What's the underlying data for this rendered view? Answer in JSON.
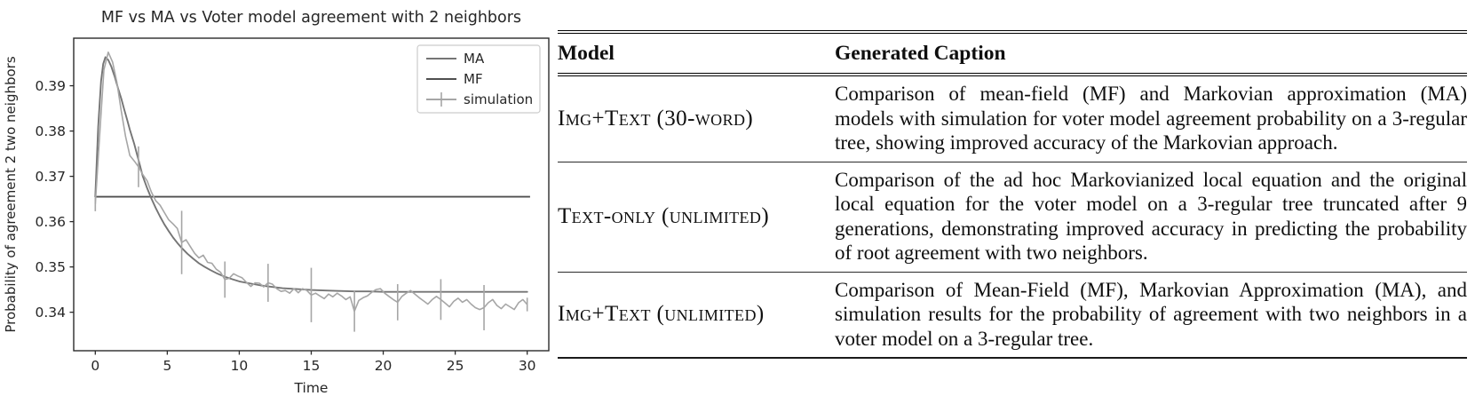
{
  "chart_data": {
    "type": "line",
    "title": "MF vs MA vs Voter model agreement with 2 neighbors",
    "xlabel": "Time",
    "ylabel": "Probability of agreement 2 two neighbors",
    "xlim": [
      -1.5,
      31.5
    ],
    "ylim": [
      0.3315,
      0.4005
    ],
    "xticks": [
      0,
      5,
      10,
      15,
      20,
      25,
      30
    ],
    "yticks": [
      0.34,
      0.35,
      0.36,
      0.37,
      0.38,
      0.39
    ],
    "grid": false,
    "legend": {
      "position": "upper right",
      "entries": [
        "MA",
        "MF",
        "simulation"
      ]
    },
    "series": [
      {
        "name": "MA",
        "color": "#757575",
        "style": "solid",
        "points": [
          [
            0,
            0.3655
          ],
          [
            0.2,
            0.381
          ],
          [
            0.4,
            0.391
          ],
          [
            0.55,
            0.3948
          ],
          [
            0.7,
            0.3963
          ],
          [
            0.9,
            0.3957
          ],
          [
            1.1,
            0.3943
          ],
          [
            1.35,
            0.392
          ],
          [
            1.6,
            0.3892
          ],
          [
            1.8,
            0.3872
          ],
          [
            2.0,
            0.3849
          ],
          [
            2.2,
            0.3826
          ],
          [
            2.4,
            0.3803
          ],
          [
            2.7,
            0.3772
          ],
          [
            3.0,
            0.3736
          ],
          [
            3.3,
            0.37
          ],
          [
            3.6,
            0.3674
          ],
          [
            3.9,
            0.3651
          ],
          [
            4.2,
            0.363
          ],
          [
            4.5,
            0.3611
          ],
          [
            4.8,
            0.3594
          ],
          [
            5.1,
            0.3579
          ],
          [
            5.4,
            0.3565
          ],
          [
            5.7,
            0.3553
          ],
          [
            6.0,
            0.3542
          ],
          [
            6.4,
            0.3529
          ],
          [
            6.8,
            0.3518
          ],
          [
            7.2,
            0.3508
          ],
          [
            7.6,
            0.35
          ],
          [
            8.0,
            0.3493
          ],
          [
            8.5,
            0.3485
          ],
          [
            9.0,
            0.3478
          ],
          [
            9.5,
            0.3473
          ],
          [
            10,
            0.3468
          ],
          [
            10.5,
            0.3465
          ],
          [
            11,
            0.3462
          ],
          [
            11.5,
            0.3459
          ],
          [
            12,
            0.3457
          ],
          [
            12.5,
            0.3455
          ],
          [
            13,
            0.3453
          ],
          [
            13.5,
            0.3452
          ],
          [
            14,
            0.3451
          ],
          [
            15,
            0.3449
          ],
          [
            16,
            0.3448
          ],
          [
            17,
            0.3447
          ],
          [
            18,
            0.3446
          ],
          [
            19,
            0.3446
          ],
          [
            20,
            0.3445
          ],
          [
            22,
            0.3445
          ],
          [
            24,
            0.3445
          ],
          [
            26,
            0.3445
          ],
          [
            28,
            0.3445
          ],
          [
            30,
            0.3445
          ]
        ]
      },
      {
        "name": "MF",
        "color": "#4f4f4f",
        "style": "solid",
        "points": [
          [
            0,
            0.3655
          ],
          [
            30.2,
            0.3655
          ]
        ]
      },
      {
        "name": "simulation",
        "color": "#a6a6a6",
        "style": "solid",
        "t0": 0,
        "dt": 0.3,
        "values": [
          0.3638,
          0.379,
          0.3935,
          0.3974,
          0.3952,
          0.3908,
          0.3845,
          0.3788,
          0.3746,
          0.3734,
          0.3721,
          0.3704,
          0.369,
          0.3665,
          0.3646,
          0.3636,
          0.362,
          0.3604,
          0.3595,
          0.3585,
          0.3554,
          0.356,
          0.3545,
          0.353,
          0.352,
          0.3526,
          0.351,
          0.3508,
          0.3495,
          0.3488,
          0.3472,
          0.3475,
          0.3485,
          0.348,
          0.3476,
          0.3466,
          0.3457,
          0.3465,
          0.3464,
          0.3456,
          0.3465,
          0.3462,
          0.3452,
          0.3446,
          0.3448,
          0.3442,
          0.3452,
          0.3443,
          0.3452,
          0.3448,
          0.3438,
          0.3442,
          0.3436,
          0.343,
          0.344,
          0.3434,
          0.3442,
          0.3436,
          0.3428,
          0.3434,
          0.3402,
          0.3426,
          0.3432,
          0.3436,
          0.3444,
          0.345,
          0.3452,
          0.3442,
          0.3435,
          0.3428,
          0.3422,
          0.3435,
          0.3442,
          0.3448,
          0.344,
          0.3432,
          0.3425,
          0.3418,
          0.3428,
          0.3435,
          0.3428,
          0.342,
          0.3412,
          0.3424,
          0.3431,
          0.3422,
          0.3428,
          0.3418,
          0.341,
          0.3406,
          0.341,
          0.3421,
          0.3428,
          0.3415,
          0.3408,
          0.3418,
          0.3412,
          0.3406,
          0.3421,
          0.3428,
          0.3417
        ],
        "errorbars": {
          "t": [
            0,
            3,
            6,
            9,
            12,
            15,
            18,
            21,
            24,
            27,
            30
          ],
          "err": [
            0.0015,
            0.0045,
            0.007,
            0.004,
            0.0042,
            0.006,
            0.0045,
            0.004,
            0.0045,
            0.005,
            0.0015
          ]
        }
      }
    ]
  },
  "table": {
    "columns": [
      "Model",
      "Generated Caption"
    ],
    "rows": [
      {
        "model": "Img+Text (30-word)",
        "caption": "Comparison of mean-field (MF) and Markovian approximation (MA) models with simulation for voter model agreement probability on a 3-regular tree, showing improved accuracy of the Markovian approach."
      },
      {
        "model": "Text-only (unlimited)",
        "caption": "Comparison of the ad hoc Markovianized local equation and the original local equation for the voter model on a 3-regular tree truncated after 9 generations, demonstrating improved accuracy in predicting the probability of root agreement with two neighbors."
      },
      {
        "model": "Img+Text (unlimited)",
        "caption": "Comparison of Mean-Field (MF), Markovian Approximation (MA), and simulation results for the probability of agreement with two neighbors in a voter model on a 3-regular tree."
      }
    ]
  }
}
